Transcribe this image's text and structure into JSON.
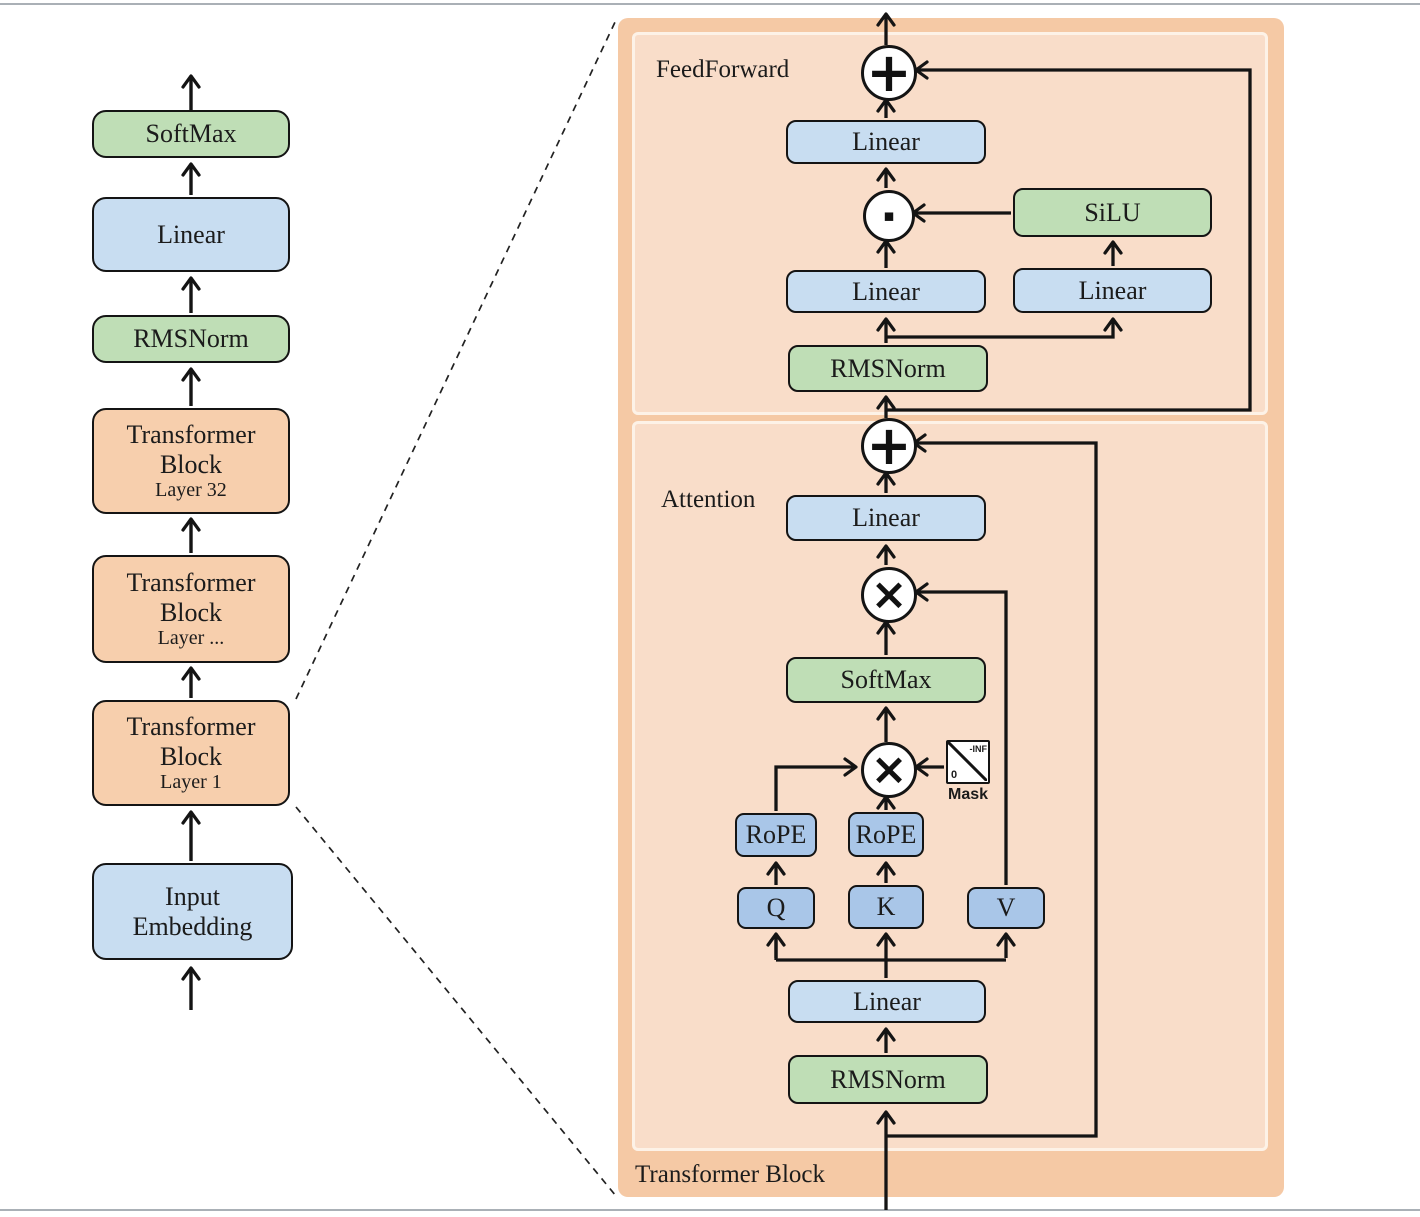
{
  "colors": {
    "blue_box": "#c8ddf1",
    "blue_box_strong": "#a9c6e8",
    "green_box": "#bfdeb6",
    "orange_box": "#f7cfad",
    "panel_outer": "#f5c9a5",
    "panel_inner": "#f9ddc9",
    "panel_inner_border": "#fdf2e7",
    "line": "#141414",
    "mask_bg": "#ffffff",
    "frame_gray": "#aab0b6"
  },
  "left_column": {
    "blocks": {
      "softmax": {
        "label": "SoftMax"
      },
      "linear": {
        "label": "Linear"
      },
      "rmsnorm": {
        "label": "RMSNorm"
      },
      "tb_top": {
        "line1": "Transformer",
        "line2": "Block",
        "line3": "Layer 32"
      },
      "tb_mid": {
        "line1": "Transformer",
        "line2": "Block",
        "line3": "Layer ..."
      },
      "tb_bottom": {
        "line1": "Transformer",
        "line2": "Block",
        "line3": "Layer 1"
      },
      "input_embedding": {
        "line1": "Input",
        "line2": "Embedding"
      }
    }
  },
  "detail_panel": {
    "label": "Transformer Block",
    "feedforward": {
      "label": "FeedForward",
      "add_op": "+",
      "dot_op": "▪",
      "out_linear": "Linear",
      "silu": "SiLU",
      "gate_linear": "Linear",
      "up_linear": "Linear",
      "rmsnorm": "RMSNorm"
    },
    "attention": {
      "label": "Attention",
      "add_op": "+",
      "out_linear": "Linear",
      "matmul_v_op": "×",
      "softmax": "SoftMax",
      "matmul_qk_op": "×",
      "mask": {
        "label": "Mask",
        "lower": "0",
        "upper": "-INF"
      },
      "rope_q": "RoPE",
      "rope_k": "RoPE",
      "q": "Q",
      "k": "K",
      "v": "V",
      "in_linear": "Linear",
      "rmsnorm": "RMSNorm"
    }
  }
}
